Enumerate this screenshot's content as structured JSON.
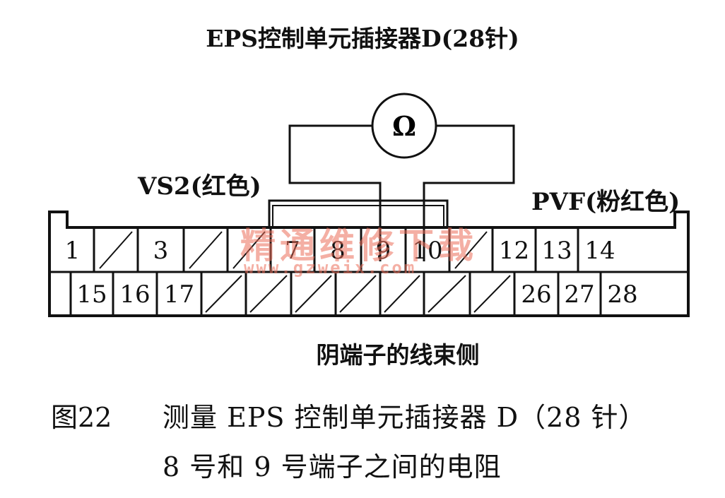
{
  "title": "EPS控制单元插接器D(28针)",
  "meter_symbol": "Ω",
  "label_left": "VS2(红色)",
  "label_right": "PVF(粉红色)",
  "harness_side": "阴端子的线束侧",
  "figure_number": "图22",
  "caption_line1": "测量 EPS 控制单元插接器 D（28 针）",
  "caption_line2": "8 号和 9 号端子之间的电阻",
  "watermark_text": "精通维修下载",
  "watermark_url": "www.gzweix.com",
  "connector": {
    "top_row": [
      "1",
      "",
      "3",
      "",
      "",
      "7",
      "8",
      "9",
      "10",
      "",
      "12",
      "13",
      "14"
    ],
    "bottom_row": [
      "15",
      "16",
      "17",
      "",
      "",
      "",
      "",
      "",
      "",
      "",
      "26",
      "27",
      "28"
    ]
  },
  "colors": {
    "ink": "#111111",
    "watermark": "#eb6e5a"
  }
}
